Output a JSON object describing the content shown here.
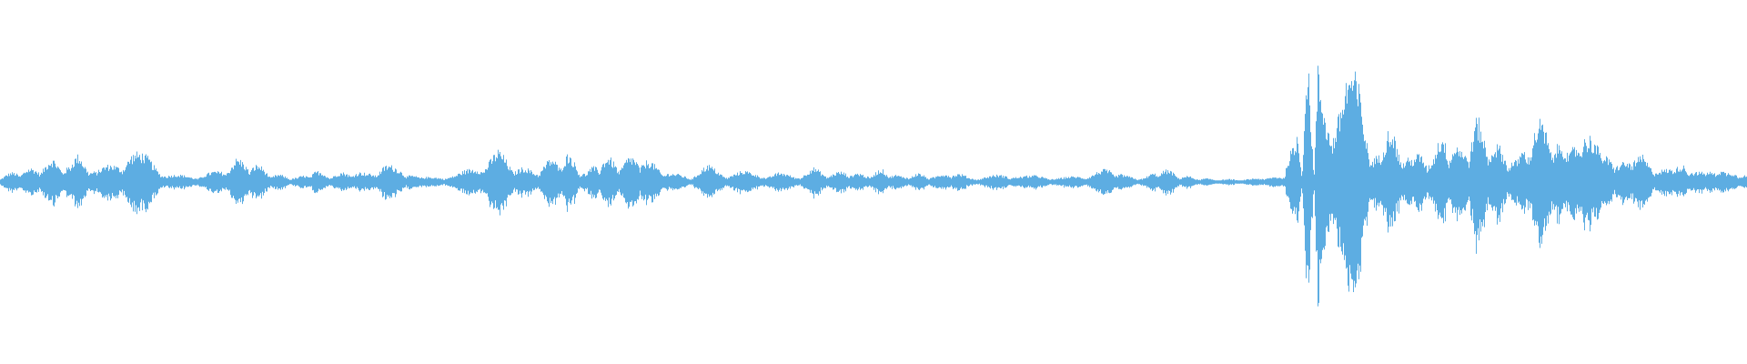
{
  "waveform": {
    "color": "#5dade2",
    "background": "#ffffff",
    "peak_envelope": [
      [
        0.0,
        0.04
      ],
      [
        0.01,
        0.08
      ],
      [
        0.02,
        0.1
      ],
      [
        0.03,
        0.16
      ],
      [
        0.04,
        0.12
      ],
      [
        0.045,
        0.2
      ],
      [
        0.055,
        0.08
      ],
      [
        0.065,
        0.14
      ],
      [
        0.075,
        0.22
      ],
      [
        0.085,
        0.18
      ],
      [
        0.095,
        0.06
      ],
      [
        0.11,
        0.04
      ],
      [
        0.125,
        0.08
      ],
      [
        0.135,
        0.16
      ],
      [
        0.145,
        0.14
      ],
      [
        0.155,
        0.06
      ],
      [
        0.17,
        0.03
      ],
      [
        0.18,
        0.08
      ],
      [
        0.19,
        0.05
      ],
      [
        0.2,
        0.08
      ],
      [
        0.21,
        0.06
      ],
      [
        0.22,
        0.12
      ],
      [
        0.23,
        0.1
      ],
      [
        0.24,
        0.03
      ],
      [
        0.26,
        0.05
      ],
      [
        0.27,
        0.1
      ],
      [
        0.275,
        0.14
      ],
      [
        0.285,
        0.22
      ],
      [
        0.295,
        0.12
      ],
      [
        0.305,
        0.08
      ],
      [
        0.315,
        0.16
      ],
      [
        0.325,
        0.2
      ],
      [
        0.335,
        0.06
      ],
      [
        0.345,
        0.18
      ],
      [
        0.355,
        0.14
      ],
      [
        0.365,
        0.2
      ],
      [
        0.375,
        0.12
      ],
      [
        0.385,
        0.06
      ],
      [
        0.395,
        0.04
      ],
      [
        0.405,
        0.12
      ],
      [
        0.415,
        0.06
      ],
      [
        0.425,
        0.08
      ],
      [
        0.435,
        0.05
      ],
      [
        0.445,
        0.07
      ],
      [
        0.455,
        0.04
      ],
      [
        0.465,
        0.1
      ],
      [
        0.475,
        0.06
      ],
      [
        0.485,
        0.08
      ],
      [
        0.495,
        0.05
      ],
      [
        0.505,
        0.09
      ],
      [
        0.515,
        0.04
      ],
      [
        0.525,
        0.06
      ],
      [
        0.535,
        0.04
      ],
      [
        0.545,
        0.08
      ],
      [
        0.555,
        0.03
      ],
      [
        0.565,
        0.04
      ],
      [
        0.575,
        0.06
      ],
      [
        0.585,
        0.04
      ],
      [
        0.595,
        0.05
      ],
      [
        0.605,
        0.03
      ],
      [
        0.615,
        0.04
      ],
      [
        0.625,
        0.06
      ],
      [
        0.635,
        0.1
      ],
      [
        0.645,
        0.04
      ],
      [
        0.655,
        0.03
      ],
      [
        0.665,
        0.1
      ],
      [
        0.675,
        0.05
      ],
      [
        0.685,
        0.03
      ],
      [
        0.695,
        0.02
      ],
      [
        0.705,
        0.02
      ],
      [
        0.715,
        0.02
      ],
      [
        0.725,
        0.04
      ],
      [
        0.735,
        0.03
      ],
      [
        0.745,
        0.04
      ],
      [
        0.752,
        0.02
      ],
      [
        0.742,
        0.6
      ],
      [
        0.748,
        0.95
      ],
      [
        0.754,
        0.82
      ],
      [
        0.76,
        0.58
      ],
      [
        0.766,
        0.62
      ],
      [
        0.772,
        0.78
      ],
      [
        0.778,
        0.7
      ],
      [
        0.784,
        0.3
      ],
      [
        0.79,
        0.2
      ],
      [
        0.796,
        0.4
      ],
      [
        0.802,
        0.26
      ],
      [
        0.808,
        0.16
      ],
      [
        0.814,
        0.22
      ],
      [
        0.82,
        0.18
      ],
      [
        0.826,
        0.36
      ],
      [
        0.832,
        0.28
      ],
      [
        0.838,
        0.22
      ],
      [
        0.844,
        0.46
      ],
      [
        0.85,
        0.35
      ],
      [
        0.856,
        0.26
      ],
      [
        0.862,
        0.22
      ],
      [
        0.868,
        0.14
      ],
      [
        0.874,
        0.32
      ],
      [
        0.88,
        0.42
      ],
      [
        0.886,
        0.4
      ],
      [
        0.892,
        0.3
      ],
      [
        0.898,
        0.18
      ],
      [
        0.904,
        0.48
      ],
      [
        0.91,
        0.34
      ],
      [
        0.916,
        0.2
      ],
      [
        0.922,
        0.22
      ],
      [
        0.928,
        0.18
      ],
      [
        0.934,
        0.12
      ],
      [
        0.94,
        0.2
      ],
      [
        0.946,
        0.14
      ],
      [
        0.952,
        0.1
      ],
      [
        0.958,
        0.08
      ],
      [
        0.964,
        0.16
      ],
      [
        0.97,
        0.08
      ],
      [
        0.976,
        0.06
      ],
      [
        0.982,
        0.12
      ],
      [
        0.988,
        0.06
      ],
      [
        0.994,
        0.08
      ],
      [
        1.0,
        0.04
      ]
    ]
  }
}
